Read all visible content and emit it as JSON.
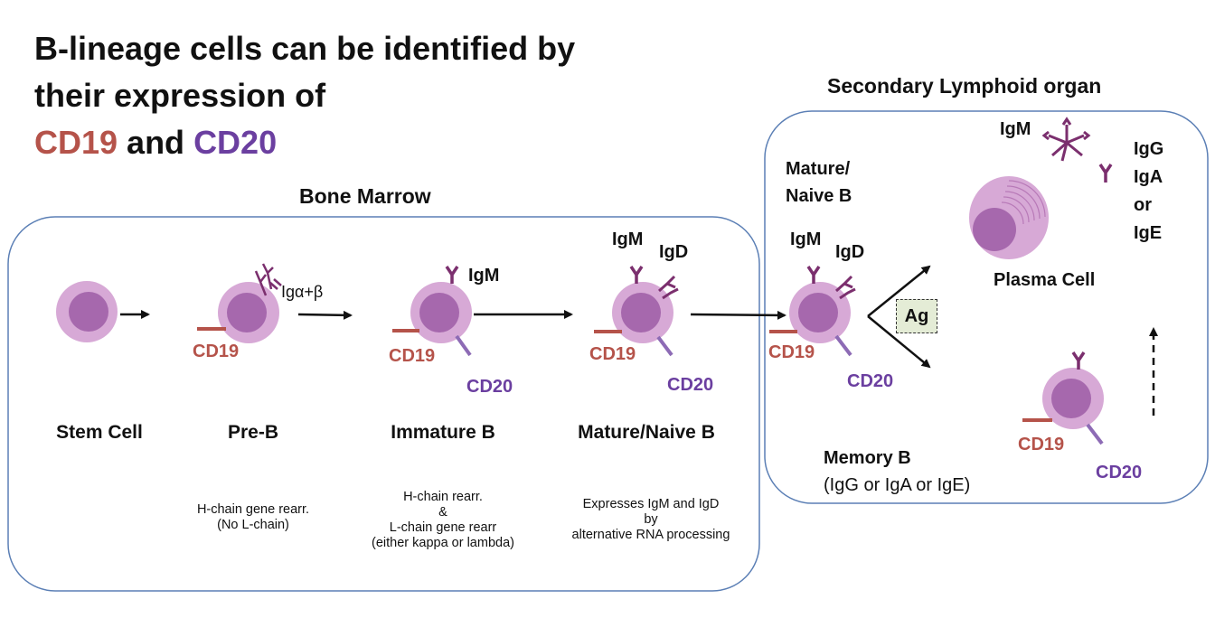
{
  "title": {
    "line1": "B-lineage cells can be identified by",
    "line2": "their expression of",
    "cd19": "CD19",
    "and": " and ",
    "cd20": "CD20"
  },
  "regions": {
    "bone_marrow": "Bone Marrow",
    "secondary": "Secondary Lymphoid organ"
  },
  "stages": {
    "stem": "Stem Cell",
    "preb": "Pre-B",
    "immature": "Immature B",
    "mature": "Mature/Naive B"
  },
  "notes": {
    "preb_1": "H-chain gene rearr.",
    "preb_2": "(No L-chain)",
    "imm_1": "H-chain rearr.",
    "imm_2": "&",
    "imm_3": "L-chain gene rearr",
    "imm_4": "(either kappa or lambda)",
    "mat_1": "Expresses IgM and IgD",
    "mat_2": "by",
    "mat_3": "alternative RNA processing"
  },
  "markers": {
    "cd19": "CD19",
    "cd20": "CD20",
    "igab": "Igα+β",
    "igm": "IgM",
    "igd": "IgD",
    "ag": "Ag"
  },
  "secondary": {
    "mature_1": "Mature/",
    "mature_2": "Naive B",
    "plasma": "Plasma Cell",
    "igm": "IgM",
    "igg": "IgG",
    "iga": "IgA",
    "or": "or",
    "ige": "IgE",
    "memory": "Memory B",
    "memory_sub": "(IgG or IgA or IgE)"
  },
  "colors": {
    "cell_outer": "#d7a9d6",
    "cell_nucleus": "#a668ad",
    "antibody": "#7b2f6e",
    "cd19": "#b5534a",
    "cd20": "#6b3fa0",
    "box_border": "#5b7fb5"
  }
}
